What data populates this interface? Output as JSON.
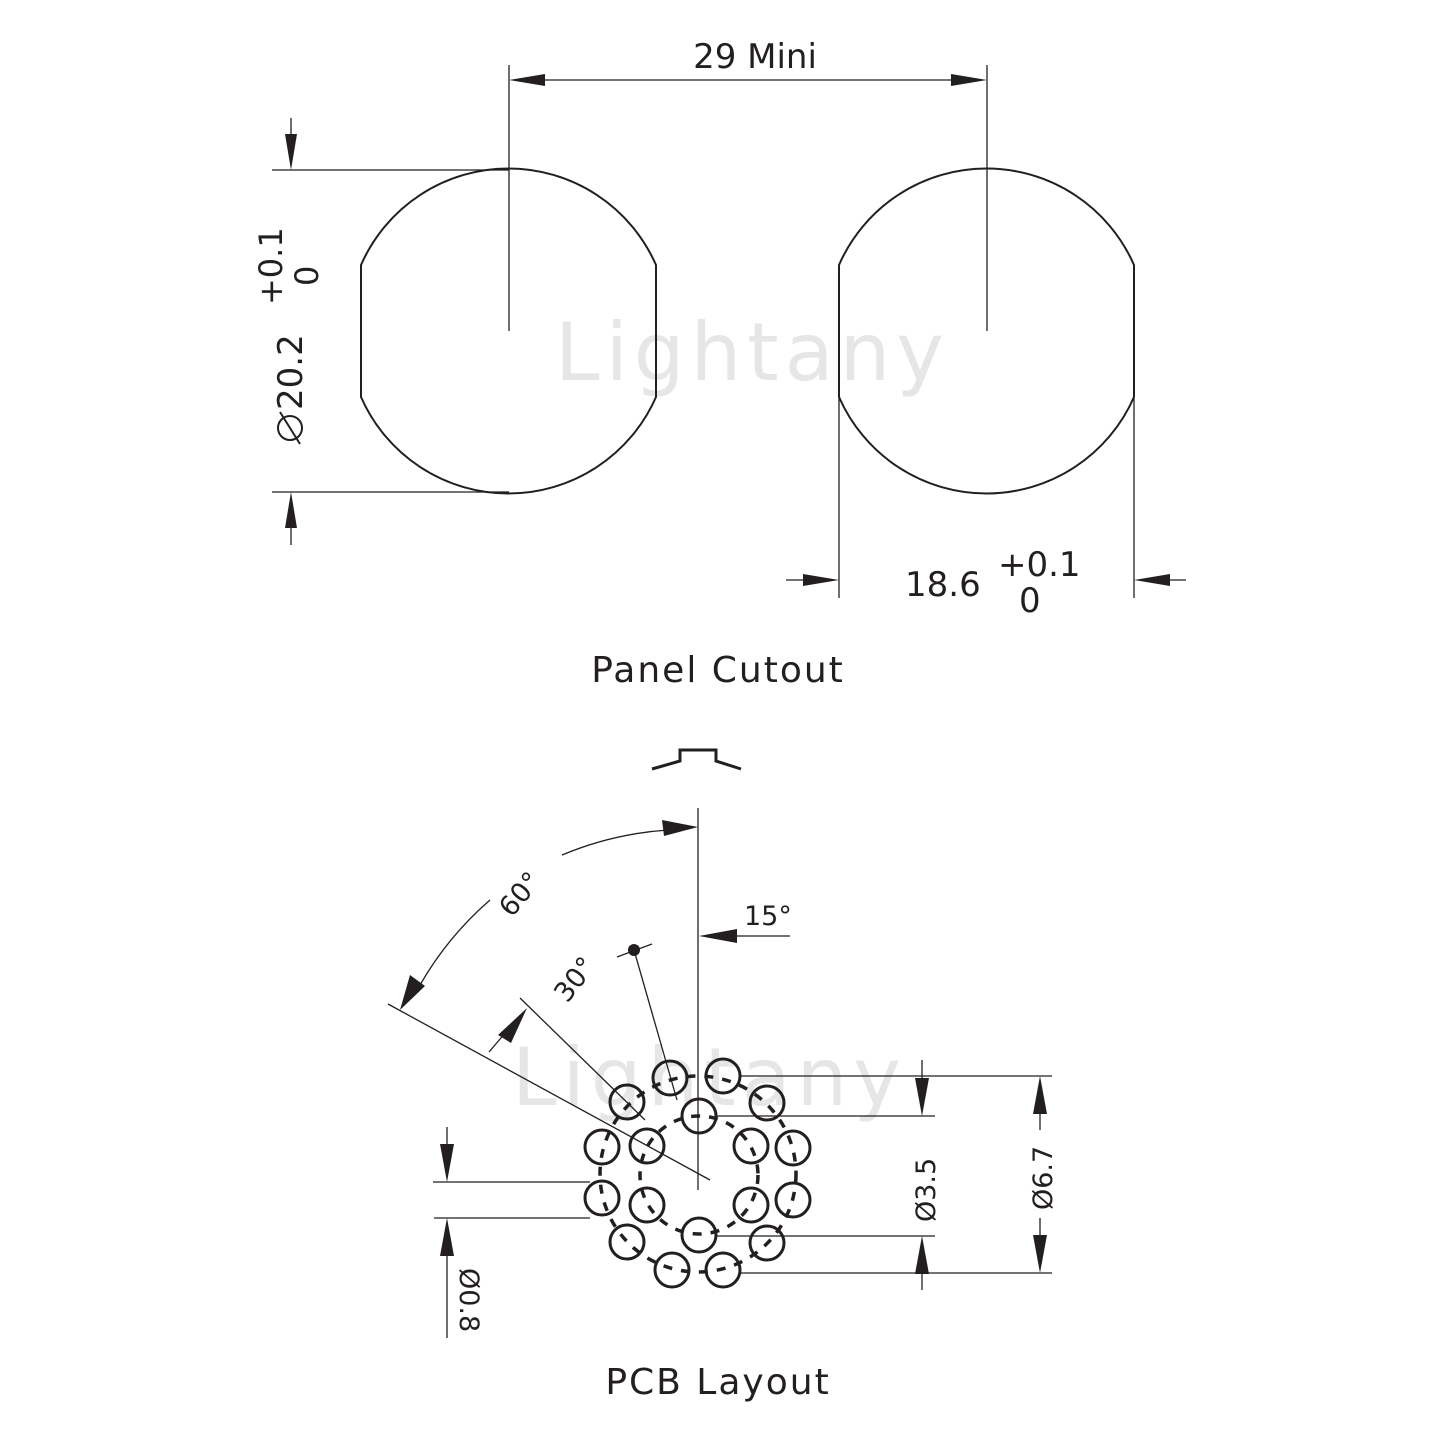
{
  "watermark": "Lightany",
  "panel_cutout": {
    "title": "Panel Cutout",
    "spacing_label": "29 Mini",
    "diameter_label": "Ø20.2",
    "diameter_symbol": "⌀",
    "diameter_value": "20.2",
    "diameter_tol_upper": "+0.1",
    "diameter_tol_lower": "0",
    "flat_label": "18.6",
    "flat_tol_upper": "+0.1",
    "flat_tol_lower": "0"
  },
  "pcb_layout": {
    "title": "PCB Layout",
    "angle_60": "60°",
    "angle_30": "30°",
    "angle_15": "15°",
    "inner_circle_dia": "Ø3.5",
    "outer_circle_dia": "Ø6.7",
    "hole_dia": "Ø0.8",
    "outer_ring_holes": 12,
    "inner_ring_holes": 6
  },
  "colors": {
    "line": "#231f20",
    "watermark": "#e6e6e6",
    "background": "#ffffff"
  }
}
